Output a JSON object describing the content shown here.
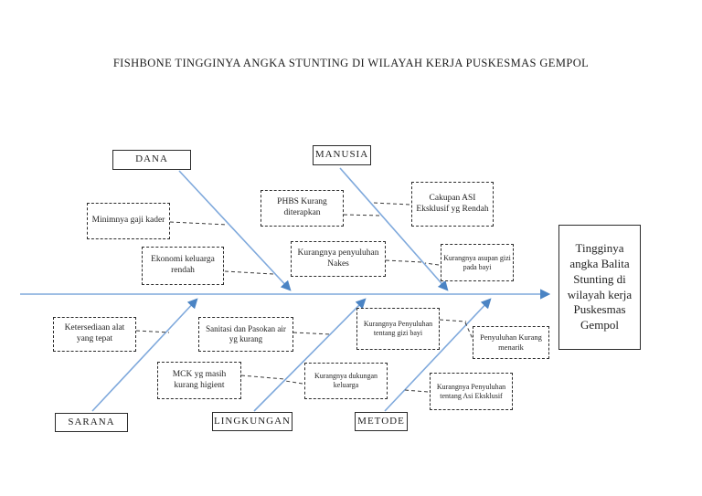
{
  "page": {
    "title": "FISHBONE TINGGINYA ANGKA STUNTING DI WILAYAH KERJA PUSKESMAS GEMPOL"
  },
  "effect": {
    "label": "Tingginya angka Balita Stunting di wilayah kerja Puskesmas Gempol"
  },
  "categories": {
    "dana": "DANA",
    "manusia": "MANUSIA",
    "sarana": "SARANA",
    "lingkungan": "LINGKUNGAN",
    "metode": "METODE"
  },
  "causes": {
    "minimnya_gaji": "Minimnya gaji kader",
    "ekonomi": "Ekonomi keluarga rendah",
    "phbs": "PHBS Kurang diterapkan",
    "penyuluhan_nakes": "Kurangnya penyuluhan Nakes",
    "cakupan_asi": "Cakupan ASI Eksklusif yg Rendah",
    "asupan_gizi": "Kurangnya asupan gizi pada bayi",
    "ketersediaan_alat": "Ketersediaan alat yang tepat",
    "sanitasi": "Sanitasi dan Pasokan air yg kurang",
    "mck": "MCK yg masih kurang higient",
    "dukungan_keluarga": "Kurangnya dukungan keluarga",
    "penyuluhan_gizi": "Kurangnya Penyuluhan tentang gizi bayi",
    "penyuluhan_menarik": "Penyuluhan Kurang menarik",
    "penyuluhan_asi": "Kurangnya Penyuluhan tentang Asi Eksklusif"
  },
  "colors": {
    "line_blue": "#7FA9DC",
    "arrow_blue": "#4B84C4",
    "text": "#1f1f1f"
  }
}
